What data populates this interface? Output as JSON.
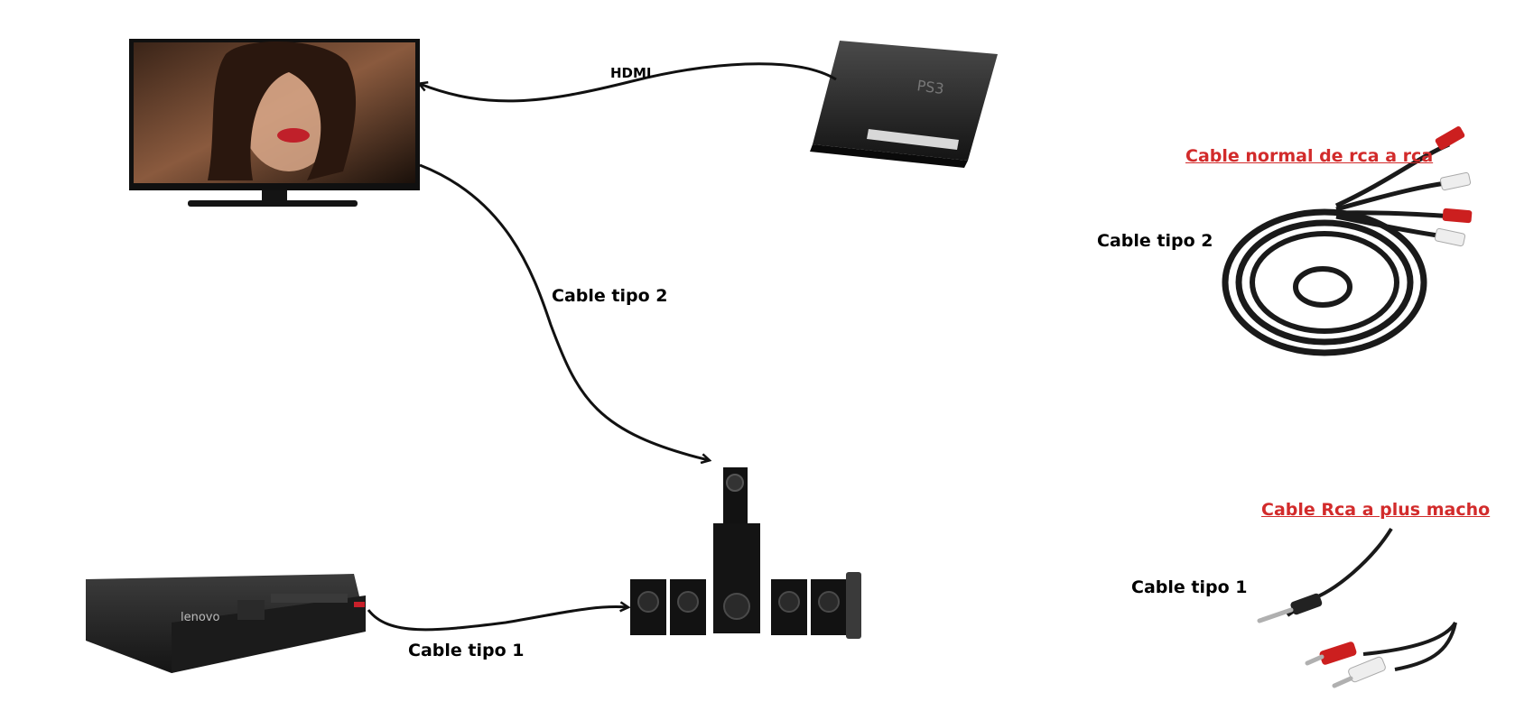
{
  "labels": {
    "hdmi": "HDMI",
    "tv_to_speakers": "Cable tipo 2",
    "pc_to_speakers": "Cable tipo 1",
    "legend_rca_type": "Cable tipo 2",
    "legend_rca_title": "Cable normal de rca a rca",
    "legend_plug_type": "Cable tipo 1",
    "legend_plug_title": "Cable Rca a plus macho"
  },
  "devices": {
    "ps3_logo": "PS3",
    "pc_brand": "lenovo"
  },
  "colors": {
    "accent_red": "#d22b2b",
    "cable": "#111111",
    "device_dark": "#1c1c1c",
    "rca_red": "#cc1f1f",
    "rca_white": "#eeeeee"
  }
}
